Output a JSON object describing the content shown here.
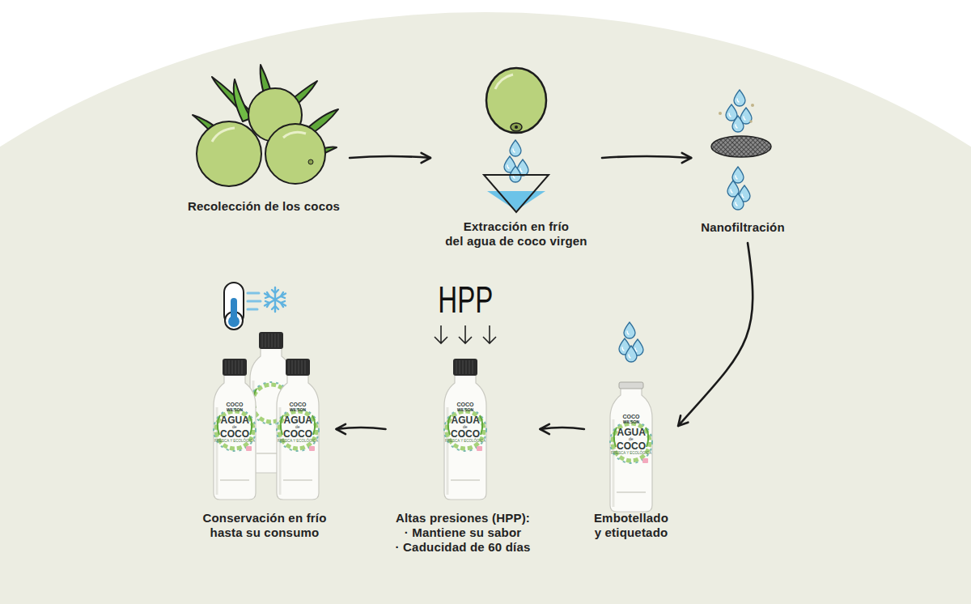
{
  "diagram": {
    "nodes": [
      {
        "text": [
          "Recolección de los cocos"
        ]
      },
      {
        "text": [
          "Extracción en frío del agua de coco virgen"
        ]
      },
      {
        "text": [
          "Nanofiltración"
        ]
      },
      {
        "text": [
          "Embotellado y etiquetado"
        ]
      },
      {
        "text": [
          "Altas presiones (HPP):",
          "· Mantiene su sabor",
          "· Caducidad de 60 días"
        ]
      },
      {
        "text": [
          "Conservación en frío hasta su consumo"
        ]
      }
    ],
    "edges": [
      {
        "from": 0,
        "to": 1,
        "arrow": "to"
      },
      {
        "from": 1,
        "to": 2,
        "arrow": "to"
      },
      {
        "from": 2,
        "to": 3,
        "arrow": "to"
      },
      {
        "from": 3,
        "to": 4,
        "arrow": "to"
      },
      {
        "from": 4,
        "to": 5,
        "arrow": "to"
      }
    ],
    "labels": [
      "HPP",
      "COCO",
      "WILSON",
      "AGUA",
      "de",
      "COCO",
      "FRESCA Y ECOLÓGICA",
      "COCO",
      "WILSON",
      "AGUA",
      "de",
      "COCO",
      "FRESCA Y ECOLÓGICA",
      "COCO",
      "WILSON",
      "AGUA",
      "de",
      "COCO",
      "FRESCA Y ECOLÓGICA",
      "COCO",
      "WILSON",
      "AGUA",
      "de",
      "COCO",
      "FRESCA Y ECOLÓGICA"
    ]
  }
}
